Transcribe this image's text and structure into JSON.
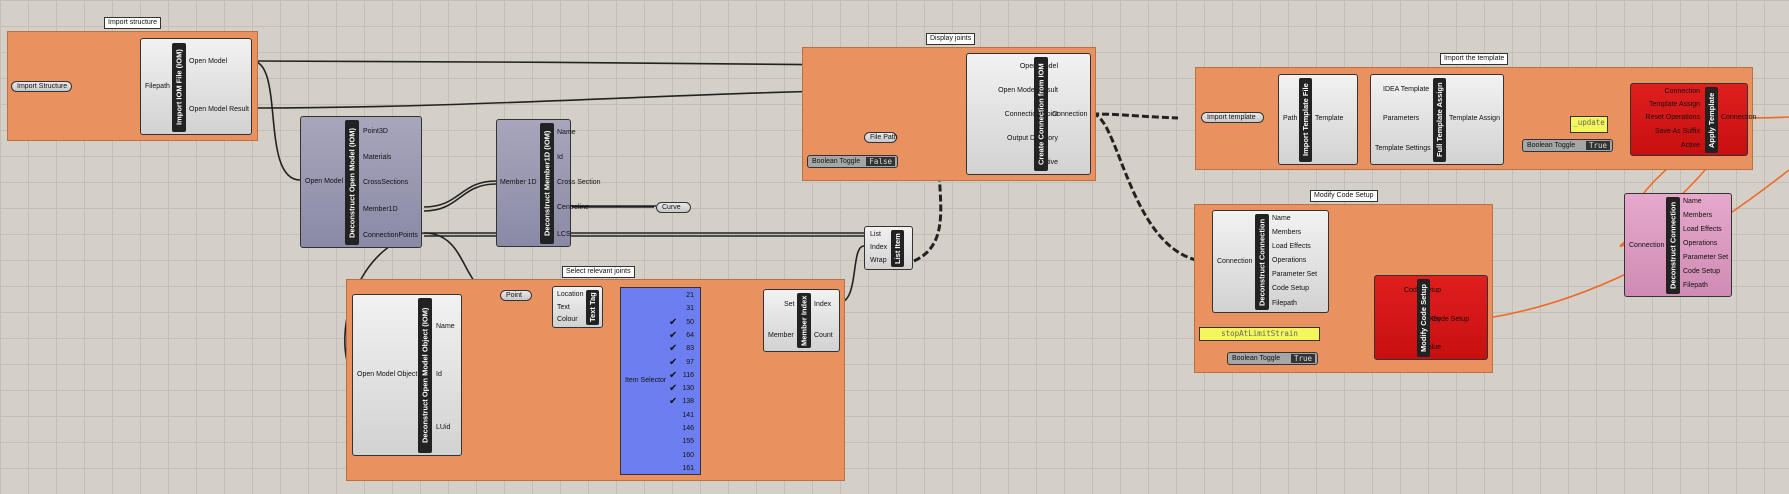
{
  "groups": {
    "import_structure": "Import structure",
    "display_joints": "Display joints",
    "import_template": "Import the template",
    "select_joints": "Select relevant joints",
    "modify_code_setup": "Modify Code Setup"
  },
  "import_structure": {
    "param_label": "Import Structure",
    "comp_title": "Import IOM File (IOM)",
    "input": "Filepath",
    "outputs": [
      "Open Model",
      "Open Model Result"
    ]
  },
  "deconstruct_model": {
    "title": "Deconstruct Open Model (IOM)",
    "input": "Open Model",
    "outputs": [
      "Point3D",
      "Materials",
      "CrossSections",
      "Member1D",
      "ConnectionPoints"
    ]
  },
  "deconstruct_member": {
    "title": "Deconstruct Member1D (IOM)",
    "input": "Member 1D",
    "outputs": [
      "Name",
      "Id",
      "Cross Section",
      "Centreline",
      "LCS"
    ],
    "curve_label": "Curve"
  },
  "create_connection": {
    "title": "Create Connection from IOM",
    "inputs": [
      "Open Model",
      "Open Model Result",
      "Connection Point",
      "Output Directory",
      "Active"
    ],
    "output": "Connection",
    "file_path": "File Path",
    "toggle_label": "Boolean Toggle",
    "toggle_value": "False"
  },
  "list_item": {
    "title": "List Item",
    "inputs": [
      "List",
      "Index",
      "Wrap"
    ]
  },
  "template": {
    "param_label": "Import template",
    "file_title": "Import Template File",
    "file_input": "Path",
    "file_output": "Template",
    "assign_title": "Full Template Assign",
    "assign_inputs": [
      "IDEA Template",
      "Parameters",
      "Template Settings"
    ],
    "assign_output": "Template Assign",
    "apply_title": "Apply Template",
    "apply_inputs": [
      "Connection",
      "Template Assign",
      "Reset Operations",
      "Save As Suffix",
      "Active"
    ],
    "apply_output": "Connection",
    "panel_text": "_update",
    "toggle_label": "Boolean Toggle",
    "toggle_value": "True"
  },
  "deconstruct_connection_right": {
    "title": "Deconstruct Connection",
    "input": "Connection",
    "outputs": [
      "Name",
      "Members",
      "Load Effects",
      "Operations",
      "Parameter Set",
      "Code Setup",
      "Filepath"
    ]
  },
  "deconstruct_connection_mid": {
    "title": "Deconstruct Connection",
    "input": "Connection",
    "outputs": [
      "Name",
      "Members",
      "Load Effects",
      "Operations",
      "Parameter Set",
      "Code Setup",
      "Filepath"
    ]
  },
  "modify_code_setup": {
    "title": "Modify Code Setup",
    "inputs": [
      "Code Setup",
      "Key",
      "Value"
    ],
    "output": "Code Setup",
    "panel_text": "stopAtLimitStrain",
    "toggle_label": "Boolean Toggle",
    "toggle_value": "True"
  },
  "deconstruct_object": {
    "title": "Deconstruct Open Model Object (IOM)",
    "input": "Open Model Object",
    "outputs": [
      "Name",
      "Id",
      "LUid"
    ]
  },
  "text_tag": {
    "title": "Text Tag",
    "point_label": "Point",
    "inputs": [
      "Location",
      "Text",
      "Colour"
    ]
  },
  "item_selector": {
    "label": "Item Selector",
    "items": [
      "21",
      "31",
      "50",
      "64",
      "83",
      "97",
      "116",
      "130",
      "138",
      "141",
      "146",
      "155",
      "160",
      "161"
    ],
    "checked": [
      false,
      false,
      true,
      true,
      true,
      true,
      true,
      true,
      true,
      false,
      false,
      false,
      false,
      false
    ]
  },
  "member_index": {
    "title": "Member Index",
    "inputs": [
      "Set",
      "Member"
    ],
    "outputs": [
      "Index",
      "Count"
    ]
  }
}
